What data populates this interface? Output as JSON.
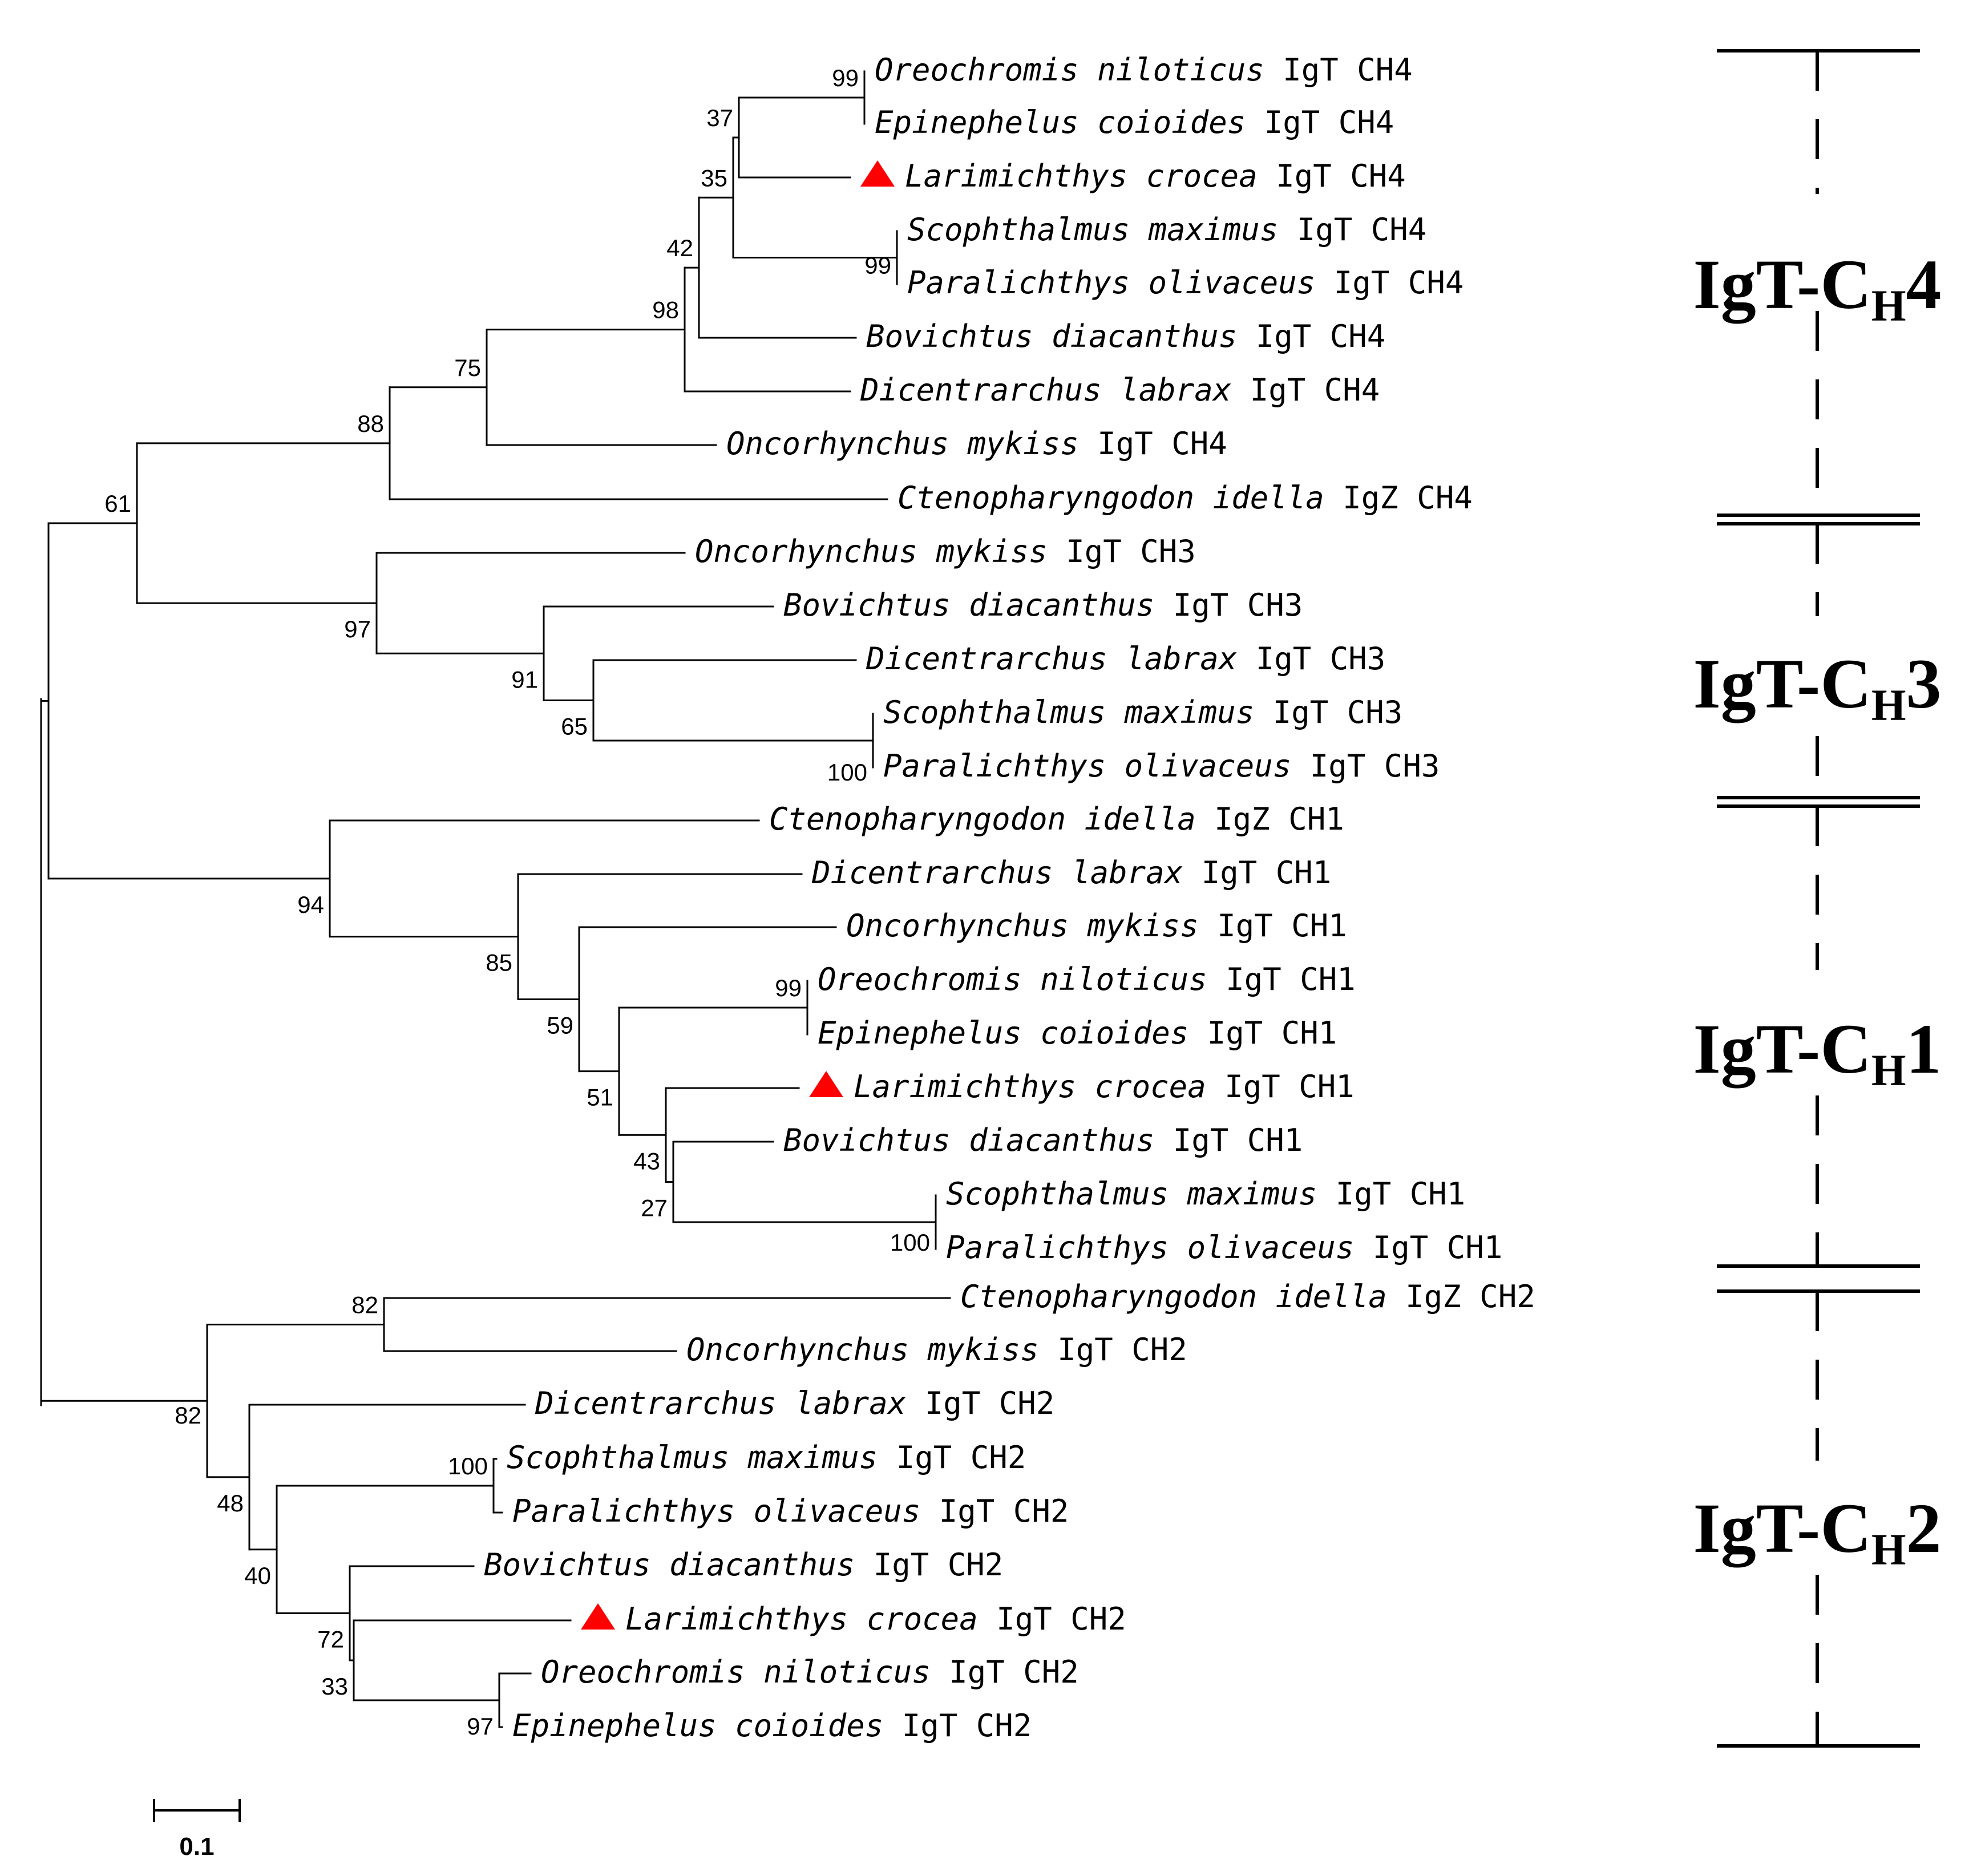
{
  "colors": {
    "line": "#000000",
    "marker": "#ff0000",
    "text": "#000000"
  },
  "taxa": [
    {
      "species": "Oreochromis niloticus",
      "suffix": "IgT CH4",
      "marked": false
    },
    {
      "species": "Epinephelus coioides",
      "suffix": "IgT CH4",
      "marked": false
    },
    {
      "species": "Larimichthys crocea",
      "suffix": "IgT CH4",
      "marked": true
    },
    {
      "species": "Scophthalmus maximus",
      "suffix": "IgT CH4",
      "marked": false
    },
    {
      "species": "Paralichthys olivaceus",
      "suffix": "IgT CH4",
      "marked": false
    },
    {
      "species": "Bovichtus diacanthus",
      "suffix": "IgT CH4",
      "marked": false
    },
    {
      "species": "Dicentrarchus labrax",
      "suffix": "IgT CH4",
      "marked": false
    },
    {
      "species": "Oncorhynchus mykiss",
      "suffix": "IgT CH4",
      "marked": false
    },
    {
      "species": "Ctenopharyngodon idella",
      "suffix": "IgZ CH4",
      "marked": false
    },
    {
      "species": "Oncorhynchus mykiss",
      "suffix": "IgT CH3",
      "marked": false
    },
    {
      "species": "Bovichtus diacanthus",
      "suffix": "IgT CH3",
      "marked": false
    },
    {
      "species": "Dicentrarchus labrax",
      "suffix": "IgT CH3",
      "marked": false
    },
    {
      "species": "Scophthalmus maximus",
      "suffix": "IgT CH3",
      "marked": false
    },
    {
      "species": "Paralichthys olivaceus",
      "suffix": "IgT CH3",
      "marked": false
    },
    {
      "species": "Ctenopharyngodon idella",
      "suffix": "IgZ CH1",
      "marked": false
    },
    {
      "species": "Dicentrarchus labrax",
      "suffix": "IgT CH1",
      "marked": false
    },
    {
      "species": "Oncorhynchus mykiss",
      "suffix": "IgT CH1",
      "marked": false
    },
    {
      "species": "Oreochromis niloticus",
      "suffix": "IgT CH1",
      "marked": false
    },
    {
      "species": "Epinephelus coioides",
      "suffix": "IgT CH1",
      "marked": false
    },
    {
      "species": "Larimichthys crocea",
      "suffix": "IgT CH1",
      "marked": true
    },
    {
      "species": "Bovichtus diacanthus",
      "suffix": "IgT CH1",
      "marked": false
    },
    {
      "species": "Scophthalmus maximus",
      "suffix": "IgT CH1",
      "marked": false
    },
    {
      "species": "Paralichthys olivaceus",
      "suffix": "IgT CH1",
      "marked": false
    },
    {
      "species": "Ctenopharyngodon idella",
      "suffix": "IgZ CH2",
      "marked": false
    },
    {
      "species": "Oncorhynchus mykiss",
      "suffix": "IgT CH2",
      "marked": false
    },
    {
      "species": "Dicentrarchus labrax",
      "suffix": "IgT CH2",
      "marked": false
    },
    {
      "species": "Scophthalmus maximus",
      "suffix": "IgT CH2",
      "marked": false
    },
    {
      "species": "Paralichthys olivaceus",
      "suffix": "IgT CH2",
      "marked": false
    },
    {
      "species": "Bovichtus diacanthus",
      "suffix": "IgT CH2",
      "marked": false
    },
    {
      "species": "Larimichthys crocea",
      "suffix": "IgT CH2",
      "marked": true
    },
    {
      "species": "Oreochromis niloticus",
      "suffix": "IgT CH2",
      "marked": false
    },
    {
      "species": "Epinephelus coioides",
      "suffix": "IgT CH2",
      "marked": false
    }
  ],
  "bootstrap_values": [
    "99",
    "37",
    "35",
    "99",
    "42",
    "98",
    "75",
    "88",
    "61",
    "97",
    "91",
    "65",
    "100",
    "94",
    "85",
    "59",
    "99",
    "51",
    "43",
    "27",
    "100",
    "82",
    "82",
    "48",
    "100",
    "40",
    "72",
    "33",
    "97"
  ],
  "groups": [
    {
      "prefix": "IgT-C",
      "sub": "H",
      "suffix": "4"
    },
    {
      "prefix": "IgT-C",
      "sub": "H",
      "suffix": "3"
    },
    {
      "prefix": "IgT-C",
      "sub": "H",
      "suffix": "1"
    },
    {
      "prefix": "IgT-C",
      "sub": "H",
      "suffix": "2"
    }
  ],
  "scale_bar": {
    "label": "0.1",
    "length": 0.1
  }
}
